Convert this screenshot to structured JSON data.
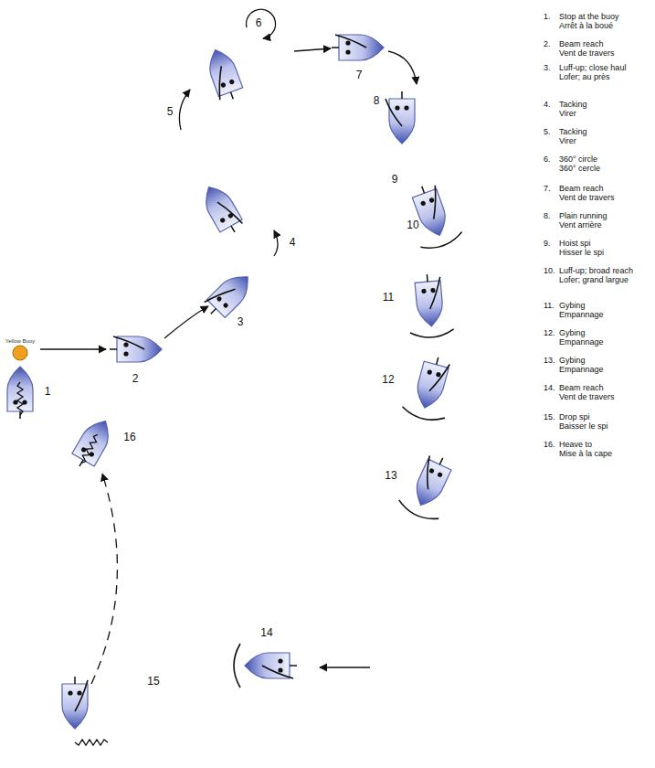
{
  "diagram": {
    "labels": [
      "Yellow Buoy",
      "1",
      "2",
      "3",
      "4",
      "5",
      "6",
      "7",
      "8",
      "9",
      "10",
      "11",
      "12",
      "13",
      "14",
      "15",
      "16",
      "1.",
      "Stop at the buoy",
      "Arrêt à la boué",
      "2.",
      "Beam reach",
      "Vent de travers",
      "3.",
      "Luff-up; close haul",
      "Lofer; au près",
      "4.",
      "Tacking",
      "Virer",
      "5.",
      "Tacking",
      "Virer",
      "6.",
      "360° circle",
      "360° cercle",
      "7.",
      "Beam reach",
      "Vent de travers",
      "8.",
      "Plain running",
      "Vent arrière",
      "9.",
      "Hoist spi",
      "Hisser le spi",
      "10.",
      "Luff-up; broad reach",
      "Lofer; grand largue",
      "11.",
      "Gybing",
      "Empannage",
      "12.",
      "Gybing",
      "Empannage",
      "13.",
      "Gybing",
      "Empannage",
      "14.",
      "Beam reach",
      "Vent de travers",
      "15.",
      "Drop spi",
      "Baisser le spi",
      "16.",
      "Heave to",
      "Mise à la cape"
    ]
  }
}
